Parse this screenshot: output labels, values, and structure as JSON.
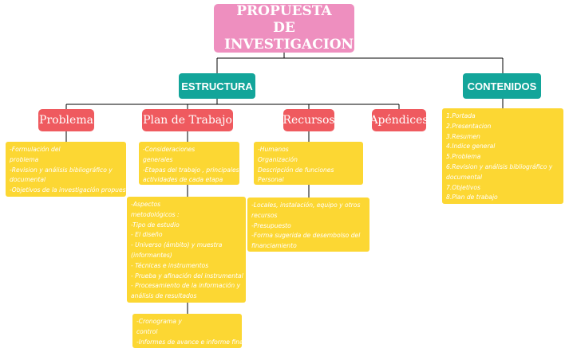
{
  "title": "PROPUESTA DE INVESTIGACION",
  "estructura": "ESTRUCTURA",
  "contenidos": {
    "label": "CONTENIDOS",
    "items": [
      "1.Portada",
      "2.Presentacion",
      "3.Resumen",
      "4.Indice general",
      "5.Problema",
      "6.Revision y análisis bibliográfico y",
      "documental",
      "7.Objetivos",
      "8.Plan de trabajo"
    ]
  },
  "problema": {
    "label": "Problema",
    "items": [
      "-Formulación del",
      "problema",
      "-Revision y análisis bibliográfico y",
      "documental",
      "-Objetivos de la investigación propuesta"
    ]
  },
  "plan": {
    "label": "Plan de Trabajo",
    "box1": [
      "-Consideraciones",
      "generales",
      "-Etapas del trabajo , principales",
      "actividades de cada etapa"
    ],
    "box2": [
      "-Aspectos",
      "metodológicos :",
      "-Tipo de estudio",
      "- El diseño",
      "- Universo (ámbito) y muestra",
      "(informantes)",
      "- Técnicas e instrumentos",
      "- Prueba y afinación del instrumental",
      "- Procesamiento de la información y",
      "análisis de resultados"
    ],
    "box3": [
      "-Cronograma y",
      "control",
      "-Informes de avance e informe final"
    ]
  },
  "recursos": {
    "label": "Recursos",
    "box1": [
      "-Humanos",
      "Organización",
      "Descripción de funciones",
      "Personal"
    ],
    "box2": [
      "-Locales, instalación, equipo y otros",
      "recursos",
      "-Presupuesto",
      "-Forma sugerida de desembolso del",
      "financiamiento"
    ]
  },
  "apendices": {
    "label": "Apéndices"
  },
  "colors": {
    "root": "#ee8fbf",
    "teal": "#13a59a",
    "red": "#ef5a5f",
    "yellow": "#fcd733",
    "line": "#000000"
  }
}
